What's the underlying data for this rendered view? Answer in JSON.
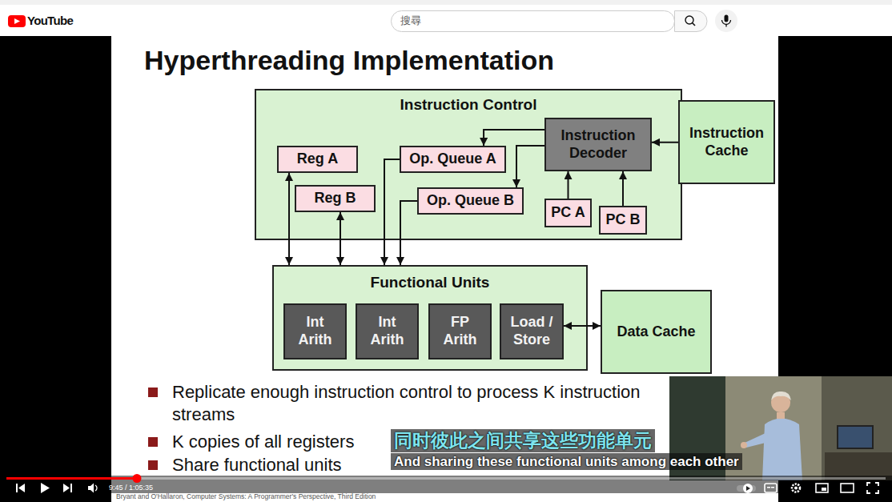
{
  "diagram": {
    "title": "Hyperthreading Implementation",
    "nodes": [
      {
        "text": [
          "Instruction Control"
        ]
      },
      {
        "text": [
          "Reg A"
        ],
        "in": 0
      },
      {
        "text": [
          "Reg B"
        ],
        "in": 0
      },
      {
        "text": [
          "Op. Queue A"
        ],
        "in": 0
      },
      {
        "text": [
          "Op. Queue B"
        ],
        "in": 0
      },
      {
        "text": [
          "Instruction Decoder"
        ],
        "in": 0
      },
      {
        "text": [
          "PC A"
        ],
        "in": 0
      },
      {
        "text": [
          "PC B"
        ],
        "in": 0
      },
      {
        "text": [
          "Instruction Cache"
        ]
      },
      {
        "text": [
          "Functional Units"
        ]
      },
      {
        "text": [
          "Int Arith"
        ],
        "in": 9
      },
      {
        "text": [
          "Int Arith"
        ],
        "in": 9
      },
      {
        "text": [
          "FP Arith"
        ],
        "in": 9
      },
      {
        "text": [
          "Load / Store"
        ],
        "in": 9
      },
      {
        "text": [
          "Data Cache"
        ]
      }
    ],
    "edges": [
      {
        "from": 8,
        "to": 5,
        "arrow": "to"
      },
      {
        "from": 5,
        "to": 3,
        "arrow": "to"
      },
      {
        "from": 5,
        "to": 4,
        "arrow": "to"
      },
      {
        "from": 6,
        "to": 5,
        "arrow": "to"
      },
      {
        "from": 7,
        "to": 5,
        "arrow": "to"
      },
      {
        "from": 1,
        "to": 9,
        "arrow": "both"
      },
      {
        "from": 2,
        "to": 9,
        "arrow": "both"
      },
      {
        "from": 3,
        "to": 9,
        "arrow": "to"
      },
      {
        "from": 4,
        "to": 9,
        "arrow": "to"
      },
      {
        "from": 13,
        "to": 14,
        "arrow": "both"
      }
    ],
    "labels": [
      "YouTube",
      "搜尋",
      "Replicate enough instruction control to process K instruction streams",
      "K copies of all registers",
      "Share functional units",
      "同时彼此之间共享这些功能单元",
      "And sharing these functional units among each other",
      "9:45 / 1:05:35",
      "Bryant and O'Hallaron, Computer Systems: A Programmer's Perspective, Third Edition"
    ]
  }
}
